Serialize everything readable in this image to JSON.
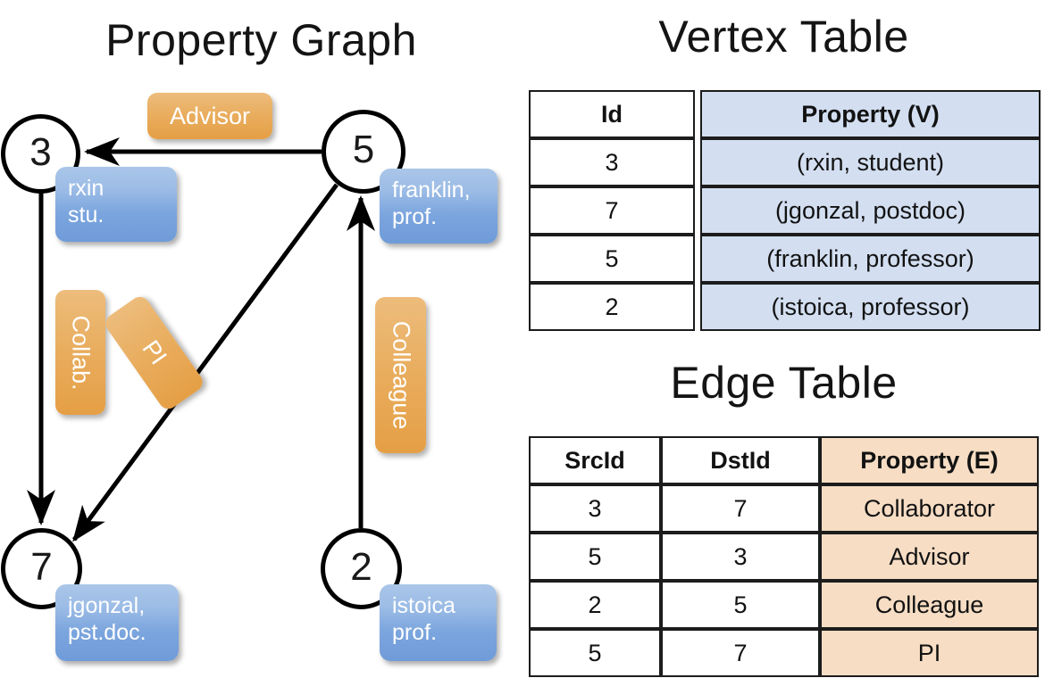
{
  "titles": {
    "property_graph": "Property Graph",
    "vertex_table": "Vertex Table",
    "edge_table": "Edge Table"
  },
  "graph": {
    "nodes": [
      {
        "id": "3",
        "label": "3",
        "property_lines": [
          "rxin",
          "stu."
        ]
      },
      {
        "id": "5",
        "label": "5",
        "property_lines": [
          "franklin,",
          "prof."
        ]
      },
      {
        "id": "7",
        "label": "7",
        "property_lines": [
          "jgonzal,",
          "pst.doc."
        ]
      },
      {
        "id": "2",
        "label": "2",
        "property_lines": [
          "istoica",
          "prof."
        ]
      }
    ],
    "edge_labels": [
      {
        "name": "advisor",
        "text": "Advisor"
      },
      {
        "name": "collab",
        "text": "Collab."
      },
      {
        "name": "pi",
        "text": "PI"
      },
      {
        "name": "colleague",
        "text": "Colleague"
      }
    ],
    "edges": [
      {
        "from": "5",
        "to": "3",
        "label": "Advisor"
      },
      {
        "from": "3",
        "to": "7",
        "label": "Collab."
      },
      {
        "from": "5",
        "to": "7",
        "label": "PI"
      },
      {
        "from": "2",
        "to": "5",
        "label": "Colleague"
      }
    ]
  },
  "vertex_table": {
    "headers": [
      "Id",
      "Property (V)"
    ],
    "rows": [
      [
        "3",
        "(rxin, student)"
      ],
      [
        "7",
        "(jgonzal, postdoc)"
      ],
      [
        "5",
        "(franklin, professor)"
      ],
      [
        "2",
        "(istoica, professor)"
      ]
    ]
  },
  "edge_table": {
    "headers": [
      "SrcId",
      "DstId",
      "Property (E)"
    ],
    "rows": [
      [
        "3",
        "7",
        "Collaborator"
      ],
      [
        "5",
        "3",
        "Advisor"
      ],
      [
        "2",
        "5",
        "Colleague"
      ],
      [
        "5",
        "7",
        "PI"
      ]
    ]
  },
  "colors": {
    "vertex_property_fill": "#d3dff1",
    "edge_property_fill": "#f6ddc4",
    "node_box_blue": "#7ba5de",
    "edge_label_orange": "#e9ae60",
    "stroke": "#000000",
    "background": "#ffffff"
  }
}
